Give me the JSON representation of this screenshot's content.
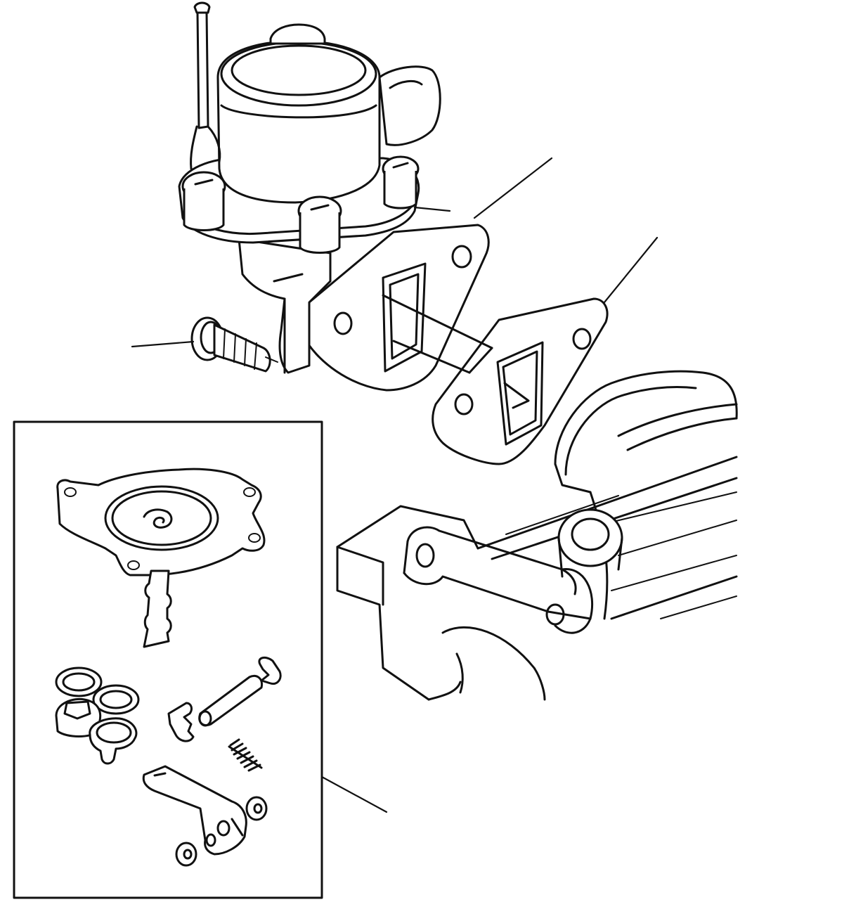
{
  "drawing": {
    "kind": "exploded parts illustration",
    "line_color": "#111111",
    "background_color": "#ffffff",
    "parts": [
      "fuel-pump",
      "pump-cover",
      "priming-lever",
      "cover-screw",
      "inlet-outlet-port",
      "fitting-bolt",
      "pump-gasket",
      "spacer-gasket",
      "engine-block",
      "repair-kit",
      "diaphragm-assembly",
      "valve-washer",
      "valve",
      "rocker-pin",
      "retaining-clip",
      "rocker-spring",
      "rocker-arm",
      "link-washer"
    ],
    "callout_count": 5,
    "callout_labels_shown": false
  }
}
